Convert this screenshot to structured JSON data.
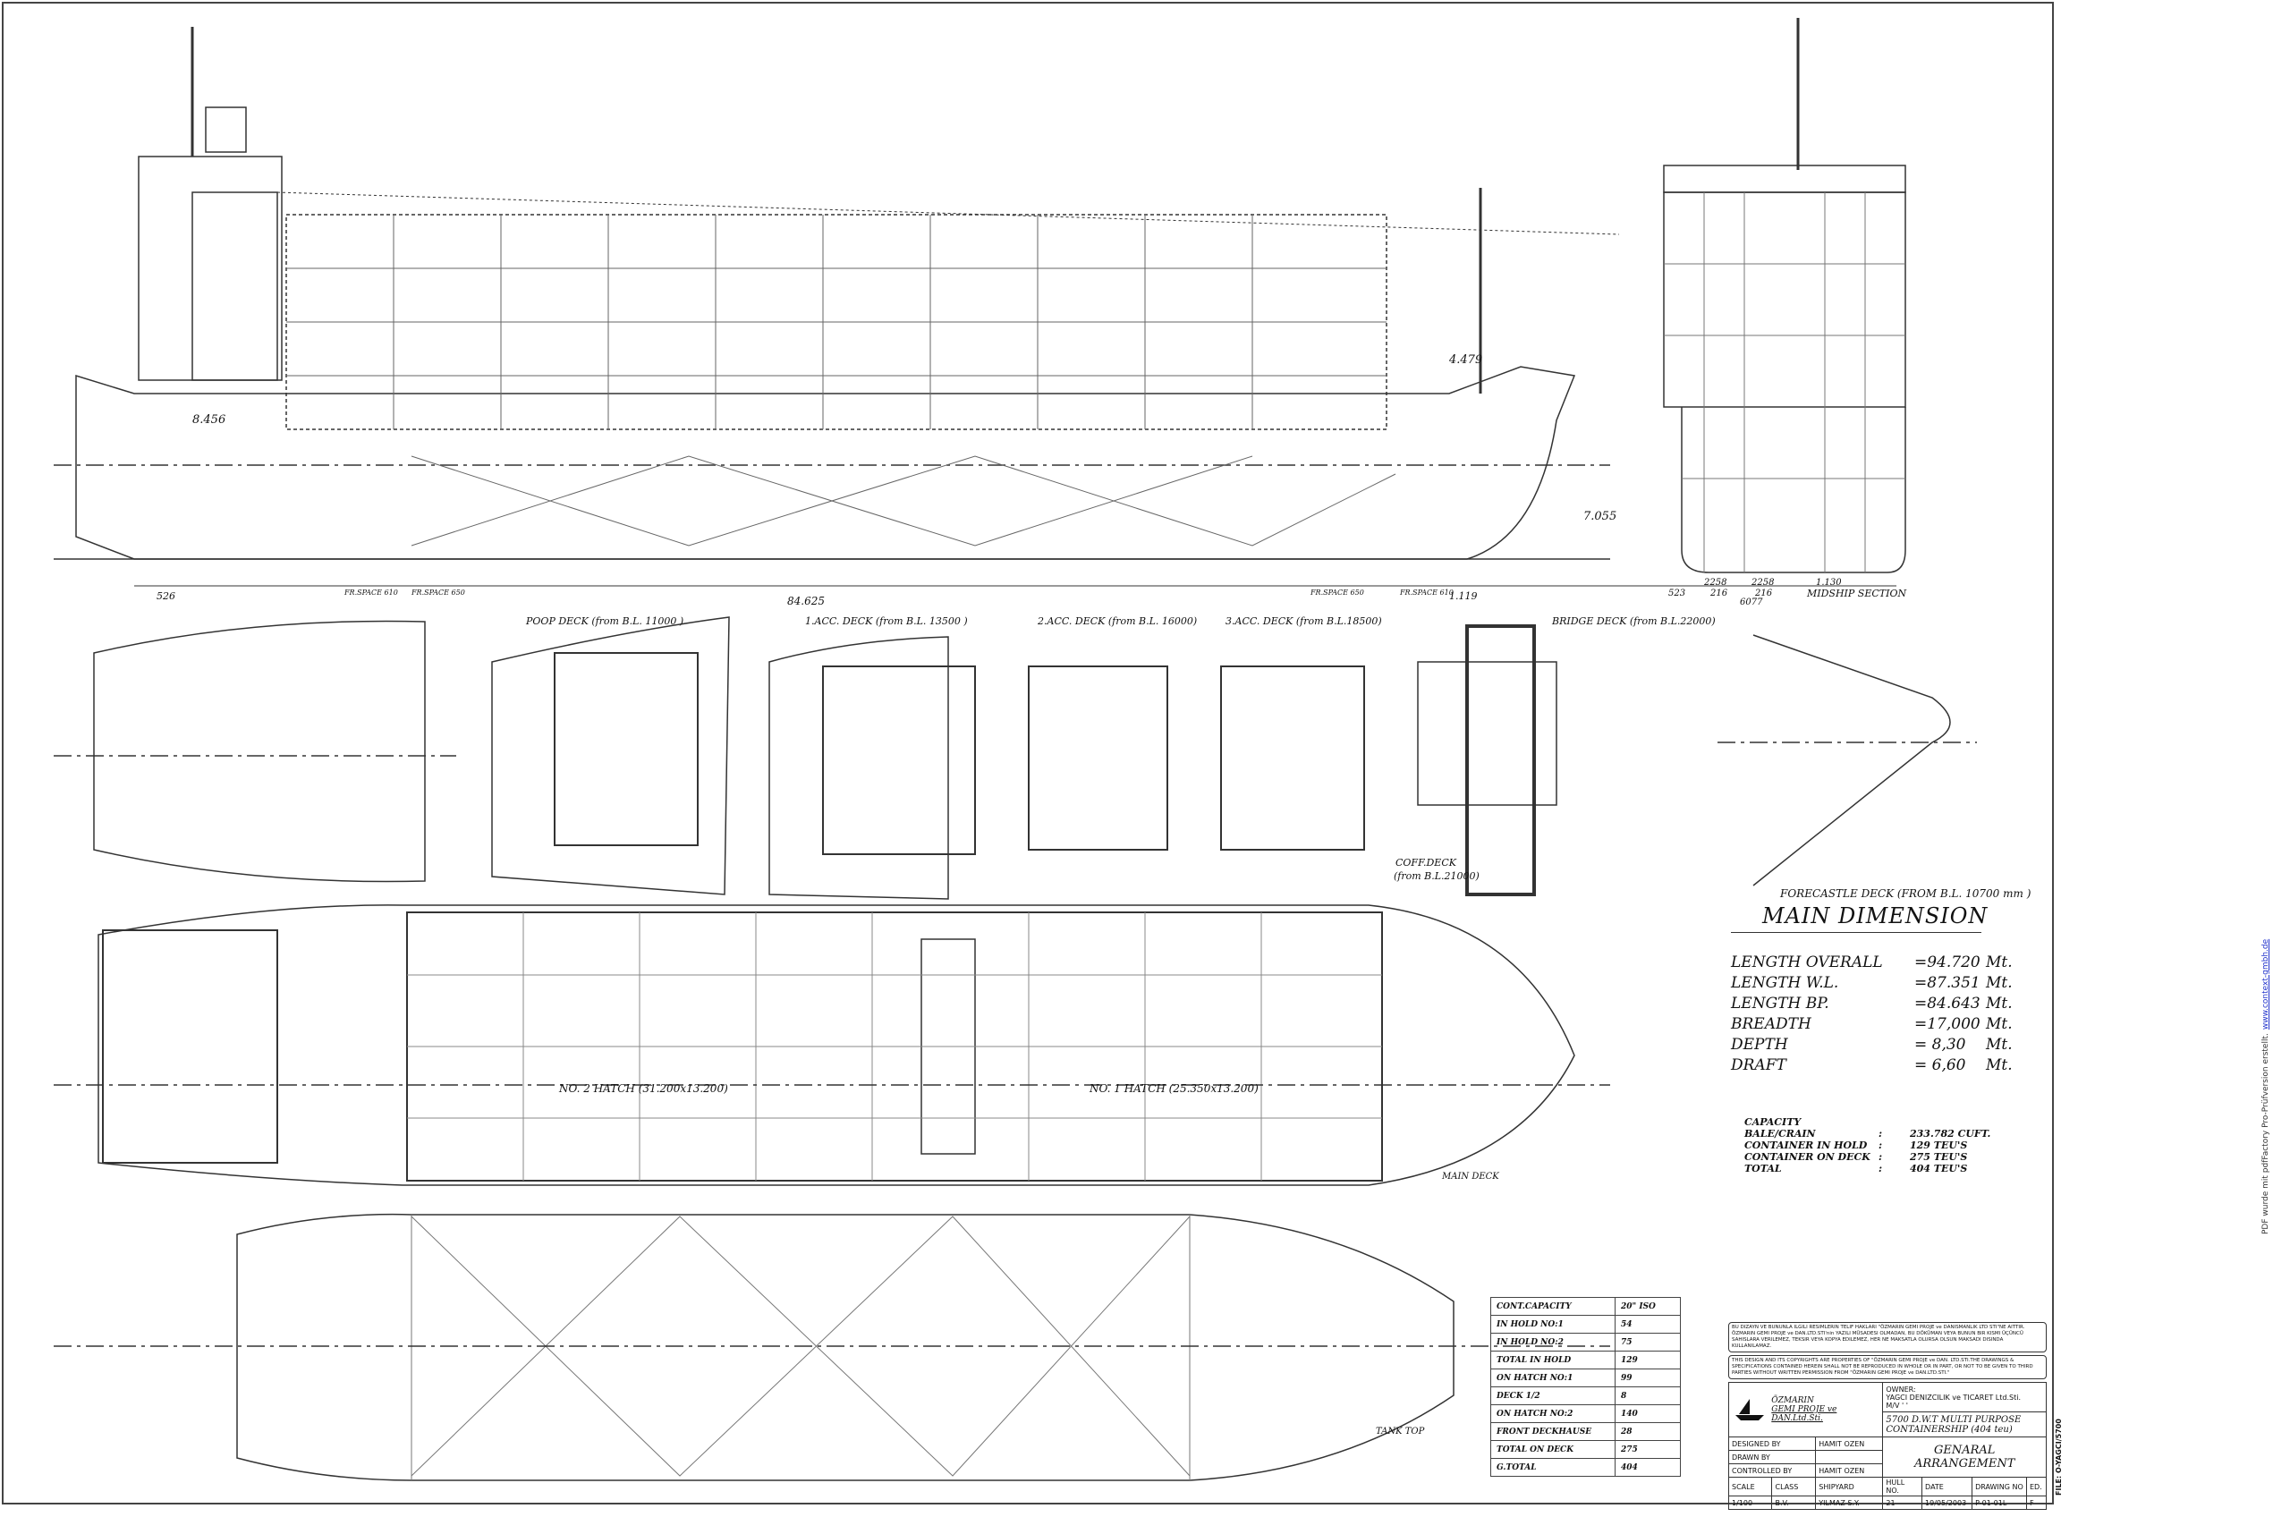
{
  "drawing": {
    "profile_dims": {
      "d1": "8.456",
      "d2": "4.479",
      "d3": "7.055",
      "aft": "526",
      "total": "84.625",
      "fwd": "1.119",
      "fr_space": [
        "FR.SPACE 610",
        "FR.SPACE 650",
        "FR.SPACE 650",
        "FR.SPACE 610"
      ]
    },
    "midship": {
      "label": "MIDSHIP SECTION",
      "dims": [
        "2258",
        "2258",
        "1.130",
        "523",
        "216",
        "216",
        "6077"
      ]
    },
    "deck_labels": {
      "poop": "POOP DECK (from B.L. 11000 )",
      "acc1": "1.ACC. DECK (from B.L. 13500 )",
      "acc2": "2.ACC. DECK (from B.L. 16000)",
      "acc3": "3.ACC. DECK (from B.L.18500)",
      "bridge": "BRIDGE DECK (from B.L.22000)",
      "coff": "COFF.DECK",
      "coff_bl": "(from B.L.21000)",
      "forecastle": "FORECASTLE DECK  (FROM B.L. 10700 mm )",
      "main_deck": "MAIN DECK",
      "tank_top": "TANK TOP",
      "hatch2": "NO. 2 HATCH (31.200x13.200)",
      "hatch1": "NO. 1 HATCH (25.350x13.200)"
    }
  },
  "main_dimension": {
    "title": "MAIN DIMENSION",
    "rows": [
      {
        "label": "LENGTH OVERALL",
        "value": "=94.720",
        "unit": "Mt."
      },
      {
        "label": "LENGTH W.L.",
        "value": "=87.351",
        "unit": "Mt."
      },
      {
        "label": "LENGTH BP.",
        "value": "=84.643",
        "unit": "Mt."
      },
      {
        "label": "BREADTH",
        "value": "=17,000",
        "unit": "Mt."
      },
      {
        "label": "DEPTH",
        "value": "= 8,30",
        "unit": "Mt."
      },
      {
        "label": "DRAFT",
        "value": "= 6,60",
        "unit": "Mt."
      }
    ]
  },
  "capacity": {
    "title": "CAPACITY",
    "rows": [
      {
        "label": "BALE/CRAIN",
        "value": "233.782 CUFT."
      },
      {
        "label": "CONTAINER IN HOLD",
        "value": "129 TEU'S"
      },
      {
        "label": "CONTAINER ON DECK",
        "value": "275 TEU'S"
      },
      {
        "label": "TOTAL",
        "value": "404 TEU'S"
      }
    ]
  },
  "cont_table": {
    "header": [
      "CONT.CAPACITY",
      "20\" ISO"
    ],
    "rows": [
      [
        "IN HOLD  NO:1",
        "54"
      ],
      [
        "IN HOLD  NO:2",
        "75"
      ],
      [
        "TOTAL IN HOLD",
        "129"
      ],
      [
        "ON HATCH  NO:1",
        "99"
      ],
      [
        "DECK 1/2",
        "8"
      ],
      [
        "ON HATCH  NO:2",
        "140"
      ],
      [
        "FRONT DECKHAUSE",
        "28"
      ],
      [
        "TOTAL ON DECK",
        "275"
      ],
      [
        "G.TOTAL",
        "404"
      ]
    ]
  },
  "title_block": {
    "note_tr": "BU DIZAYN VE BUNUNLA ILGILI RESIMLERIN TELIF HAKLARI \"ÖZMARIN GEMI PROJE ve DANISMANLIK LTD STI\"NE AITTIR. ÖZMARIN GEMI PROJE ve DAN.LTD.STI'nin YAZILI MÜSADESI OLMADAN, BU DÖKÜMAN VEYA BUNUN BIR KISMI ÜÇÜNCÜ SAHISLARA VERILEMEZ, TEKSIR VEYA KOPYA EDILEMEZ, HER NE MAKSATLA OLURSA OLSUN MAKSADI DISINDA KULLANILAMAZ.",
    "note_en": "THIS DESIGN AND ITS COPYRIGHTS ARE PROPERTIES OF \"ÖZMARIN GEMI PROJE ve DAN. LTD.STI.THE DRAWINGS & SPECIFICATIONS CONTAINED HEREIN SHALL NOT BE REPRODUCED IN WHOLE OR IN PART, OR NOT TO BE GIVEN TO THIRD PARTIES WITHOUT WRITTEN PERMISSION FROM \"ÖZMARIN GEMI PROJE ve DAN.LTD.STI.\"",
    "company1": "ÖZMARIN",
    "company2": "GEMI PROJE ve DAN.Ltd.Sti.",
    "owner_label": "OWNER:",
    "owner": "YAGCI DENIZCILIK ve TICARET Ltd.Sti.",
    "mv": "M/V '          '",
    "ship_type1": "5700 D.W.T MULTI PURPOSE",
    "ship_type2": "CONTAINERSHIP (404 teu)",
    "designed_by_label": "DESIGNED BY",
    "designed_by": "HAMIT  OZEN",
    "drawn_by_label": "DRAWN BY",
    "controlled_by_label": "CONTROLLED BY",
    "controlled_by": "HAMIT  OZEN",
    "drawing_title": "GENARAL ARRANGEMENT",
    "headers": [
      "SCALE",
      "CLASS",
      "SHIPYARD",
      "HULL NO.",
      "DATE",
      "DRAWING NO",
      "ED."
    ],
    "values": [
      "1/100",
      "B.V.",
      "YILMAZ S.Y.",
      "21",
      "19/05/2003",
      "P-01-01L",
      "F"
    ],
    "file": "FILE: O-YAGCI/5700"
  },
  "footer": {
    "pdf_note": "PDF wurde mit pdfFactory Pro-Prüfversion erstellt.",
    "link": "www.context-gmbh.de"
  }
}
